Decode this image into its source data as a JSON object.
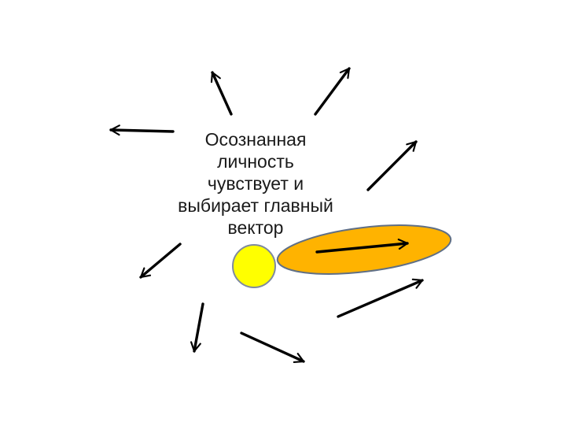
{
  "caption": {
    "lines": [
      "Осознанная",
      "личность",
      "чувствует и",
      "выбирает главный",
      "вектор"
    ]
  },
  "colors": {
    "arrow": "#000000",
    "circle_fill": "#ffff00",
    "circle_stroke": "#7f8aa0",
    "ellipse_fill": "#ffb300",
    "ellipse_stroke": "#5f6f86",
    "text": "#1a1a1a"
  }
}
